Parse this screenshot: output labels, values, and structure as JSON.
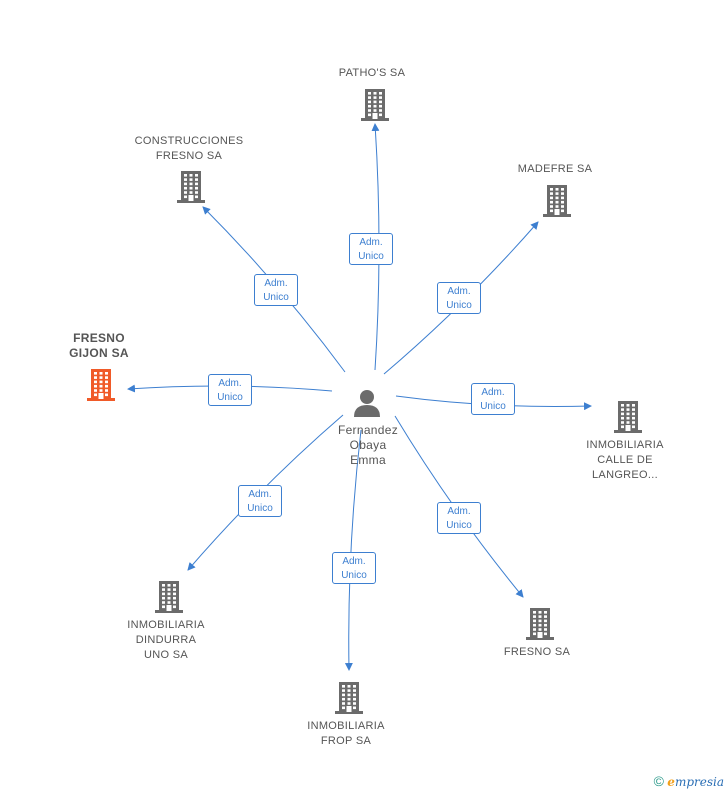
{
  "center": {
    "name": "Fernandez\nObaya\nEmma",
    "icon": "person-icon"
  },
  "edge_label": "Adm.\nUnico",
  "companies": [
    {
      "id": "pathos",
      "name": "PATHO'S SA",
      "highlight": false
    },
    {
      "id": "construcciones",
      "name": "CONSTRUCCIONES\nFRESNO SA",
      "highlight": false
    },
    {
      "id": "madefre",
      "name": "MADEFRE SA",
      "highlight": false
    },
    {
      "id": "fresno-gijon",
      "name": "FRESNO\nGIJON SA",
      "highlight": true
    },
    {
      "id": "calle-langreo",
      "name": "INMOBILIARIA\nCALLE DE\nLANGREO...",
      "highlight": false
    },
    {
      "id": "dindurra",
      "name": "INMOBILIARIA\nDINDURRA\nUNO SA",
      "highlight": false
    },
    {
      "id": "frop",
      "name": "INMOBILIARIA\nFROP SA",
      "highlight": false
    },
    {
      "id": "fresno",
      "name": "FRESNO SA",
      "highlight": false
    }
  ],
  "colors": {
    "edge": "#3d7fd0",
    "building": "#6b6b6b",
    "highlight": "#f05a28",
    "person": "#6b6b6b"
  },
  "footer": {
    "copyright": "©",
    "brand_e": "e",
    "brand_rest": "mpresia"
  }
}
